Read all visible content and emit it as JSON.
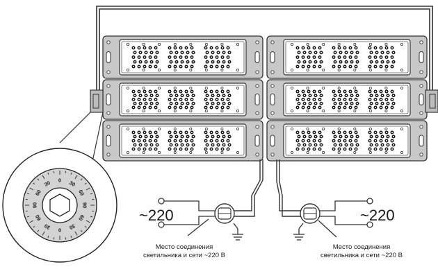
{
  "left_connection": {
    "voltage": "~220",
    "caption_line1": "Место соединения",
    "caption_line2": "светильника и сети ~220 В"
  },
  "right_connection": {
    "voltage": "~220",
    "caption_line1": "Место соединения",
    "caption_line2": "светильника и сети ~220 В"
  },
  "tilt_dial": {
    "labels": [
      "0",
      "30",
      "60",
      "90",
      "60",
      "30",
      "0",
      "30",
      "60",
      "90",
      "60",
      "30"
    ]
  },
  "fixture": {
    "columns": 2,
    "rows": 3
  }
}
